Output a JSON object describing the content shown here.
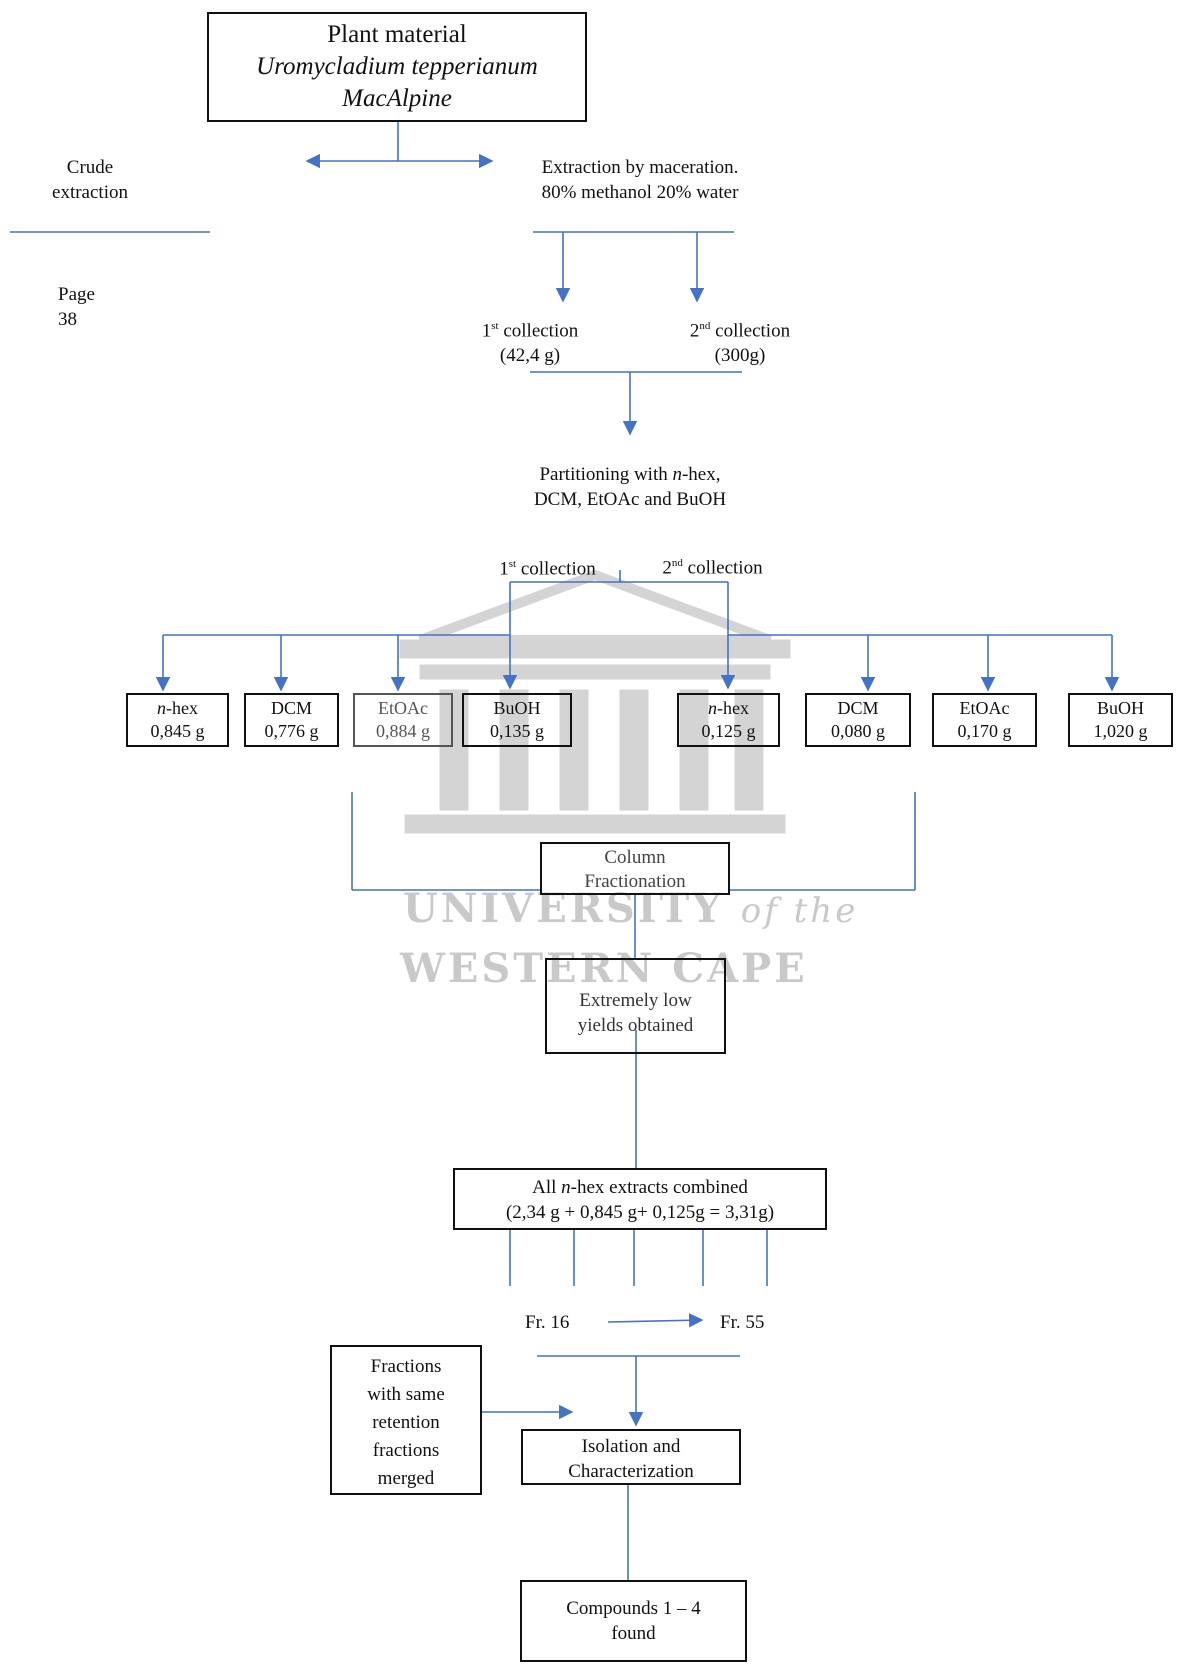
{
  "plant": {
    "line1": "Plant material",
    "line2": "Uromycladium tepperianum",
    "line3": "MacAlpine"
  },
  "crude": {
    "line1": "Crude",
    "line2": "extraction"
  },
  "page": {
    "line1": "Page",
    "line2": "38"
  },
  "extraction": {
    "line1": "Extraction by maceration.",
    "line2": "80% methanol 20% water"
  },
  "coll1": {
    "sup": "st",
    "label": " collection",
    "num": "1",
    "mass": "(42,4 g)"
  },
  "coll2": {
    "sup": "nd",
    "label": " collection",
    "num": "2",
    "mass": "(300g)"
  },
  "partition": {
    "pre": "Partitioning with ",
    "nhex": "n",
    "post": "-hex,",
    "line2": "DCM, EtOAc and BuOH"
  },
  "split": {
    "c1num": "1",
    "c1sup": "st",
    "c1label": " collection",
    "c2num": "2",
    "c2sup": "nd",
    "c2label": " collection"
  },
  "fractions": [
    {
      "italic": "n",
      "name": "-hex",
      "mass": "0,845 g"
    },
    {
      "italic": "",
      "name": "DCM",
      "mass": "0,776 g"
    },
    {
      "italic": "",
      "name": "EtOAc",
      "mass": "0,884 g"
    },
    {
      "italic": "",
      "name": "BuOH",
      "mass": "0,135 g"
    },
    {
      "italic": "n",
      "name": "-hex",
      "mass": "0,125 g"
    },
    {
      "italic": "",
      "name": "DCM",
      "mass": "0,080 g"
    },
    {
      "italic": "",
      "name": "EtOAc",
      "mass": "0,170 g"
    },
    {
      "italic": "",
      "name": "BuOH",
      "mass": "1,020 g"
    }
  ],
  "column": {
    "line1": "Column",
    "line2": "Fractionation"
  },
  "lowyield": {
    "line1": "Extremely low",
    "line2": "yields obtained"
  },
  "combined": {
    "pre": "All ",
    "italic": "n",
    "post": "-hex extracts combined",
    "line2": "(2,34 g + 0,845 g+ 0,125g = 3,31g)"
  },
  "fr": {
    "start": "Fr. 16",
    "end": "Fr. 55"
  },
  "merged": {
    "l1": "Fractions",
    "l2": "with same",
    "l3": "retention",
    "l4": "fractions",
    "l5": "merged"
  },
  "isolation": {
    "line1": "Isolation and",
    "line2": "Characterization"
  },
  "compounds": {
    "line1": "Compounds 1 – 4",
    "line2": "found"
  },
  "watermark": {
    "line1": "UNIVERSITY",
    "of": "of the",
    "line2": "WESTERN CAPE"
  },
  "colors": {
    "line": "#4472c4",
    "box": "#111111",
    "watermark": "#c9c9c9"
  }
}
